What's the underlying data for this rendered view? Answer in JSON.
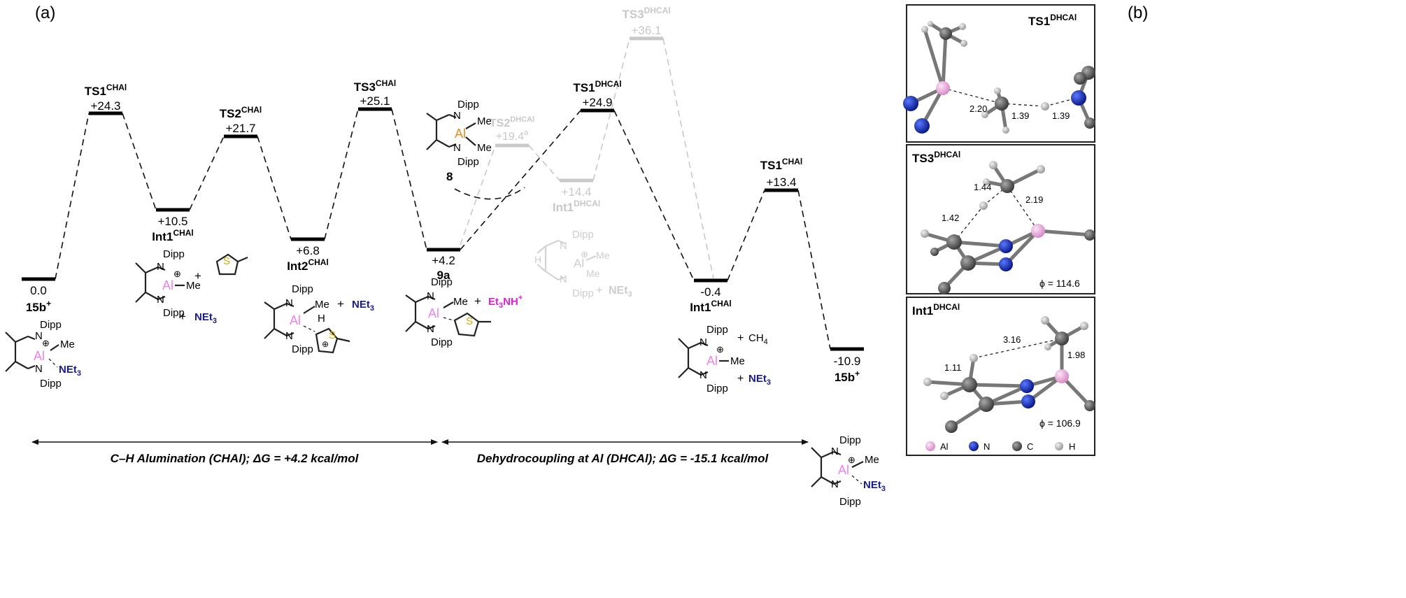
{
  "panel_labels": {
    "a": "(a)",
    "b": "(b)"
  },
  "colors": {
    "al_pink": "#ee82ee",
    "s_yellow": "#d4aa00",
    "n_blue": "#1a1a8c",
    "magenta": "#e020d8",
    "grey_off": "#c8c8c8"
  },
  "levels": {
    "l0": {
      "name": "",
      "name_sup": "",
      "value": "0.0"
    },
    "l1": {
      "name": "TS1",
      "name_sup": "CHAl",
      "value": "+24.3"
    },
    "l2": {
      "name": "Int1",
      "name_sup": "CHAl",
      "value": "+10.5"
    },
    "l3": {
      "name": "TS2",
      "name_sup": "CHAl",
      "value": "+21.7"
    },
    "l4": {
      "name": "Int2",
      "name_sup": "CHAl",
      "value": "+6.8"
    },
    "l5": {
      "name": "TS3",
      "name_sup": "CHAl",
      "value": "+25.1"
    },
    "l6": {
      "name": "9a",
      "name_sup": "",
      "value": "+4.2"
    },
    "l7": {
      "name": "TS2",
      "name_sup": "DHCAl",
      "value": "+19.4",
      "value_sup": "a"
    },
    "l8": {
      "name": "Int1",
      "name_sup": "DHCAl",
      "value": "+14.4"
    },
    "l9": {
      "name": "TS1",
      "name_sup": "DHCAl",
      "value": "+24.9"
    },
    "l10": {
      "name": "TS3",
      "name_sup": "DHCAl",
      "value": "+36.1"
    },
    "l11": {
      "name": "Int1",
      "name_sup": "CHAl",
      "value": "-0.4"
    },
    "l12": {
      "name": "TS1",
      "name_sup": "CHAl",
      "value": "+13.4"
    },
    "l13": {
      "name": "15b",
      "name_sup": "+",
      "value": "-10.9"
    }
  },
  "start_name": {
    "main": "15b",
    "sup": "+"
  },
  "compound8": "8",
  "molecule_text": {
    "dipp": "Dipp",
    "al": "Al",
    "n": "N",
    "me": "Me",
    "s": "S",
    "h": "H",
    "plus": "+",
    "cplus": "⊕",
    "net3": "NEt",
    "net3_sub": "3",
    "et3nh": "Et",
    "et3nh_sub": "3",
    "et3nh_tail": "NH",
    "et3nh_sup": "+",
    "ch4": "CH",
    "ch4_sub": "4"
  },
  "arrows": {
    "chal_label": "C–H Alumination (CHAl); ΔG = +4.2 kcal/mol",
    "dhcal_label": "Dehydrocoupling at Al (DHCAl); ΔG = -15.1 kcal/mol"
  },
  "structures": {
    "s1": {
      "title": "TS1",
      "title_sup": "DHCAl",
      "d1": "2.20",
      "d2": "1.39",
      "d3": "1.39"
    },
    "s2": {
      "title": "TS3",
      "title_sup": "DHCAl",
      "d1": "1.44",
      "d2": "2.19",
      "d3": "1.42",
      "phi": "ϕ = 114.6"
    },
    "s3": {
      "title": "Int1",
      "title_sup": "DHCAl",
      "d1": "3.16",
      "d2": "1.98",
      "d3": "1.11",
      "phi": "ϕ = 106.9"
    }
  },
  "legend": [
    {
      "label": "Al",
      "color": "#f0b6e6"
    },
    {
      "label": "N",
      "color": "#1530b0"
    },
    {
      "label": "C",
      "color": "#6a6a6a"
    },
    {
      "label": "H",
      "color": "#c4c4c4"
    }
  ]
}
